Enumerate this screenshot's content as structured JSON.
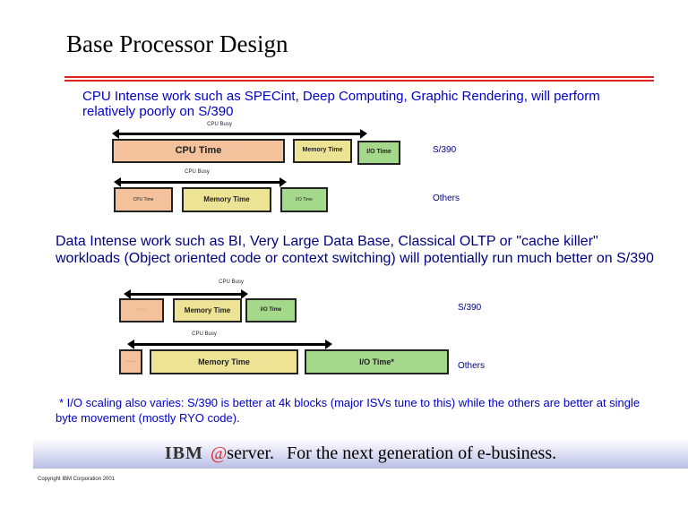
{
  "title": "Base Processor Design",
  "intro_cpu": "CPU Intense work such as  SPECint, Deep Computing, Graphic Rendering, will perform relatively poorly on S/390",
  "intro_data": "Data  Intense work such as  BI, Very Large Data Base, Classical OLTP or \"cache killer\" workloads (Object oriented code or context switching)  will potentially run  much better on S/390",
  "diagrams": [
    {
      "busy": "CPU Busy",
      "cpu": "CPU Time",
      "mem": "Memory Time",
      "io": "I/O Time",
      "system": "S/390"
    },
    {
      "busy": "CPU Busy",
      "cpu": "CPU Time",
      "mem": "Memory Time",
      "io": "I/O Time",
      "system": "Others"
    },
    {
      "busy": "CPU Busy",
      "cpu": "CPU Time",
      "mem": "Memory Time",
      "io": "I/O Time",
      "system": "S/390"
    },
    {
      "busy": "CPU Busy",
      "cpu": "CPU Time",
      "mem": "Memory Time",
      "io": "I/O Time*",
      "system": "Others"
    }
  ],
  "footnote": "* I/O scaling also varies: S/390 is better at 4k blocks (major ISVs tune to this) while the others are better at single byte movement (mostly RYO code).",
  "banner": {
    "brand": "IBM",
    "eserver": "server.",
    "tagline": "For the next generation of e-business."
  },
  "copyright": "Copyright IBM Corporation 2001"
}
